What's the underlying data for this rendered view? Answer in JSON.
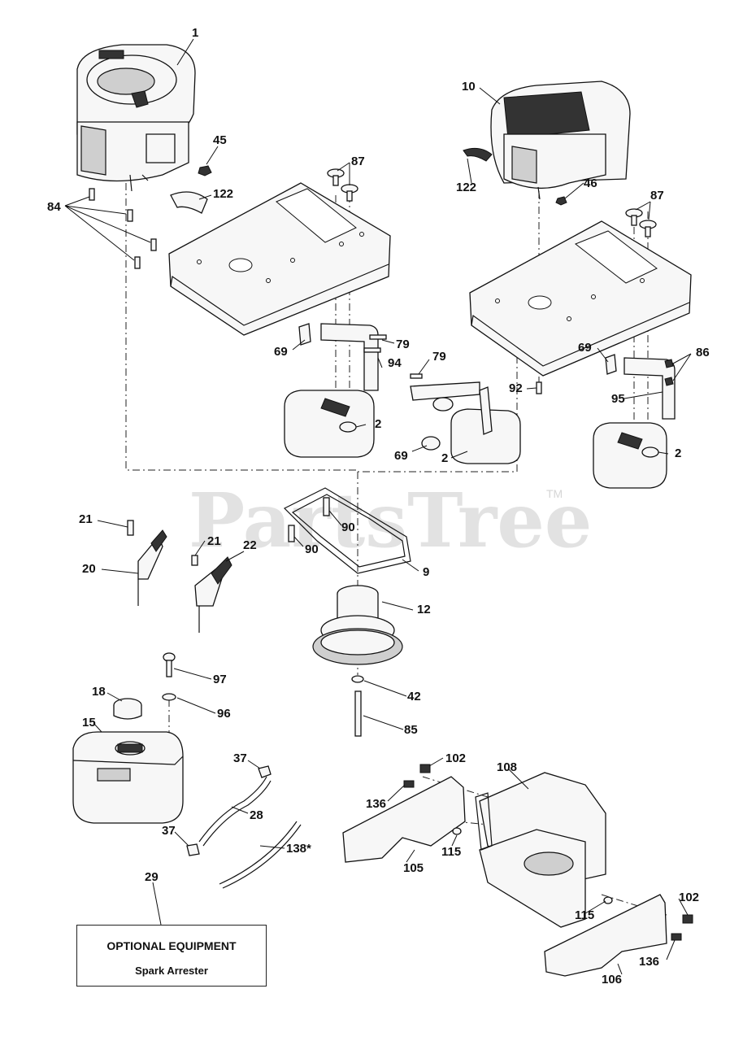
{
  "watermark": {
    "text": "PartsTree",
    "trademark": "TM"
  },
  "callouts": {
    "c1": "1",
    "c45": "45",
    "c84": "84",
    "c122a": "122",
    "c87a": "87",
    "c79a": "79",
    "c69a": "69",
    "c94": "94",
    "c2a": "2",
    "c79b": "79",
    "c69b": "69",
    "c2b": "2",
    "c10": "10",
    "c122b": "122",
    "c46": "46",
    "c87b": "87",
    "c92": "92",
    "c69c": "69",
    "c86": "86",
    "c95": "95",
    "c2c": "2",
    "c21a": "21",
    "c20": "20",
    "c21b": "21",
    "c22": "22",
    "c90a": "90",
    "c90b": "90",
    "c9": "9",
    "c12": "12",
    "c97": "97",
    "c18": "18",
    "c96": "96",
    "c15": "15",
    "c42": "42",
    "c85": "85",
    "c37a": "37",
    "c28": "28",
    "c37b": "37",
    "c138": "138*",
    "c29": "29",
    "c102a": "102",
    "c136a": "136",
    "c108": "108",
    "c105": "105",
    "c115a": "115",
    "c115b": "115",
    "c102b": "102",
    "c136b": "136",
    "c106": "106"
  },
  "note": {
    "title": "OPTIONAL EQUIPMENT",
    "subtitle": "Spark Arrester"
  }
}
